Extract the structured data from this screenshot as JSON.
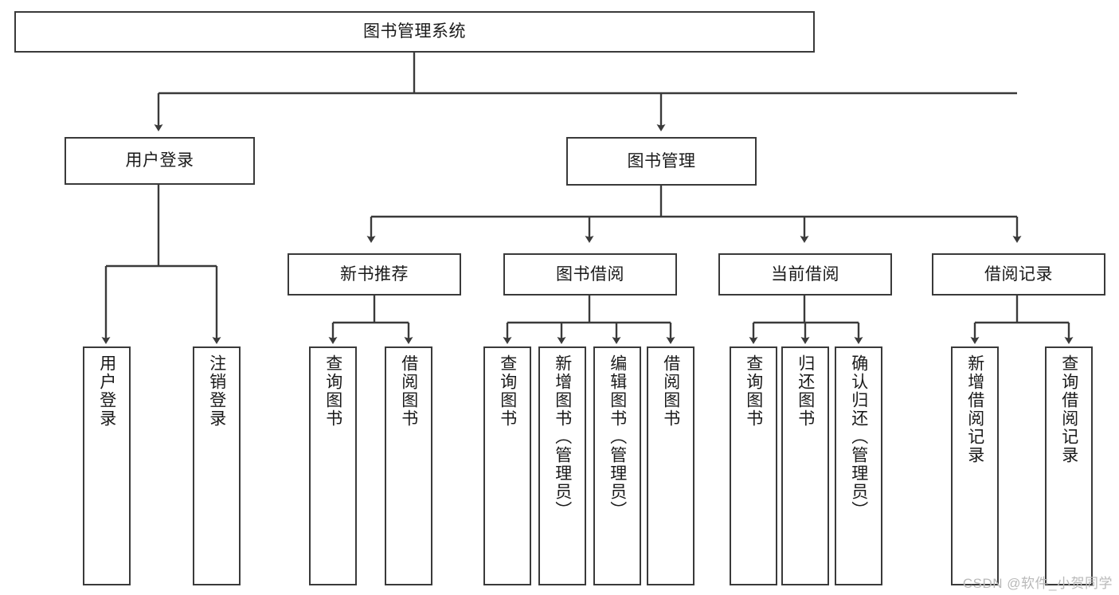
{
  "diagram": {
    "title": "图书管理系统",
    "type": "tree-hierarchy",
    "root": {
      "id": "root",
      "label": "图书管理系统"
    },
    "level2": [
      {
        "id": "user-login",
        "label": "用户登录"
      },
      {
        "id": "book-manage",
        "label": "图书管理"
      }
    ],
    "level3": [
      {
        "id": "new-book-recommend",
        "label": "新书推荐",
        "parent": "book-manage"
      },
      {
        "id": "book-borrow",
        "label": "图书借阅",
        "parent": "book-manage"
      },
      {
        "id": "current-borrow",
        "label": "当前借阅",
        "parent": "book-manage"
      },
      {
        "id": "borrow-record",
        "label": "借阅记录",
        "parent": "book-manage"
      }
    ],
    "leaves": {
      "user_login": [
        {
          "id": "leaf-user-login",
          "label": "用户登录"
        },
        {
          "id": "leaf-logout",
          "label": "注销登录"
        }
      ],
      "new_book_recommend": [
        {
          "id": "leaf-query-book-1",
          "label": "查询图书"
        },
        {
          "id": "leaf-borrow-book-1",
          "label": "借阅图书"
        }
      ],
      "book_borrow": [
        {
          "id": "leaf-query-book-2",
          "label": "查询图书"
        },
        {
          "id": "leaf-add-book",
          "label": "新增图书（管理员）"
        },
        {
          "id": "leaf-edit-book",
          "label": "编辑图书（管理员）"
        },
        {
          "id": "leaf-borrow-book-2",
          "label": "借阅图书"
        }
      ],
      "current_borrow": [
        {
          "id": "leaf-query-book-3",
          "label": "查询图书"
        },
        {
          "id": "leaf-return-book",
          "label": "归还图书"
        },
        {
          "id": "leaf-confirm-return",
          "label": "确认归还（管理员）"
        }
      ],
      "borrow_record": [
        {
          "id": "leaf-add-record",
          "label": "新增借阅记录"
        },
        {
          "id": "leaf-query-record",
          "label": "查询借阅记录"
        }
      ]
    },
    "colors": {
      "stroke": "#3a3a3a",
      "fill": "#ffffff",
      "text": "#1a1a1a",
      "watermark": "#b9b9b9"
    }
  },
  "watermark": {
    "text": "CSDN @软件_小贺同学"
  }
}
